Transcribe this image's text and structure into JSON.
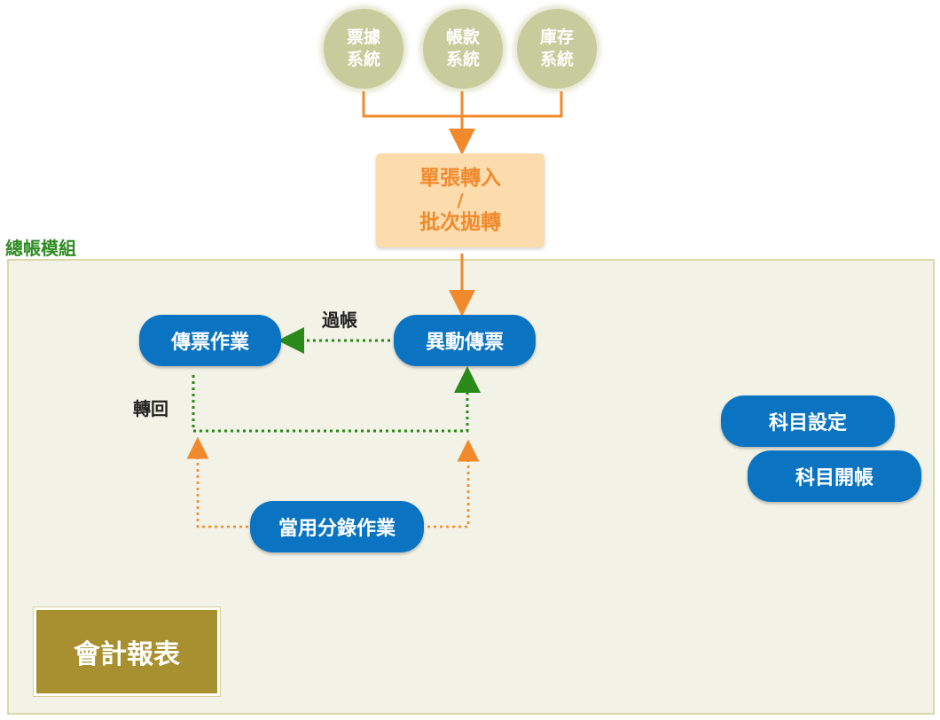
{
  "source_systems": [
    {
      "line1": "票據",
      "line2": "系統"
    },
    {
      "line1": "帳款",
      "line2": "系統"
    },
    {
      "line1": "庫存",
      "line2": "系統"
    }
  ],
  "import_box": {
    "line1": "單張轉入",
    "slash": "/",
    "line2": "批次拋轉"
  },
  "module": {
    "title": "總帳模組",
    "voucher_entry": "傳票作業",
    "change_voucher": "異動傳票",
    "common_entries": "當用分錄作業",
    "account_setup": "科目設定",
    "account_opening": "科目開帳",
    "post_label": "過帳",
    "return_label": "轉回",
    "financial_reports": "會計報表"
  },
  "colors": {
    "orange_flow": "#f08a2d",
    "green_flow": "#2a8a1a",
    "pill_blue": "#0b74c2",
    "circle_green": "#c7cc9c",
    "report_gold": "#a89030"
  }
}
